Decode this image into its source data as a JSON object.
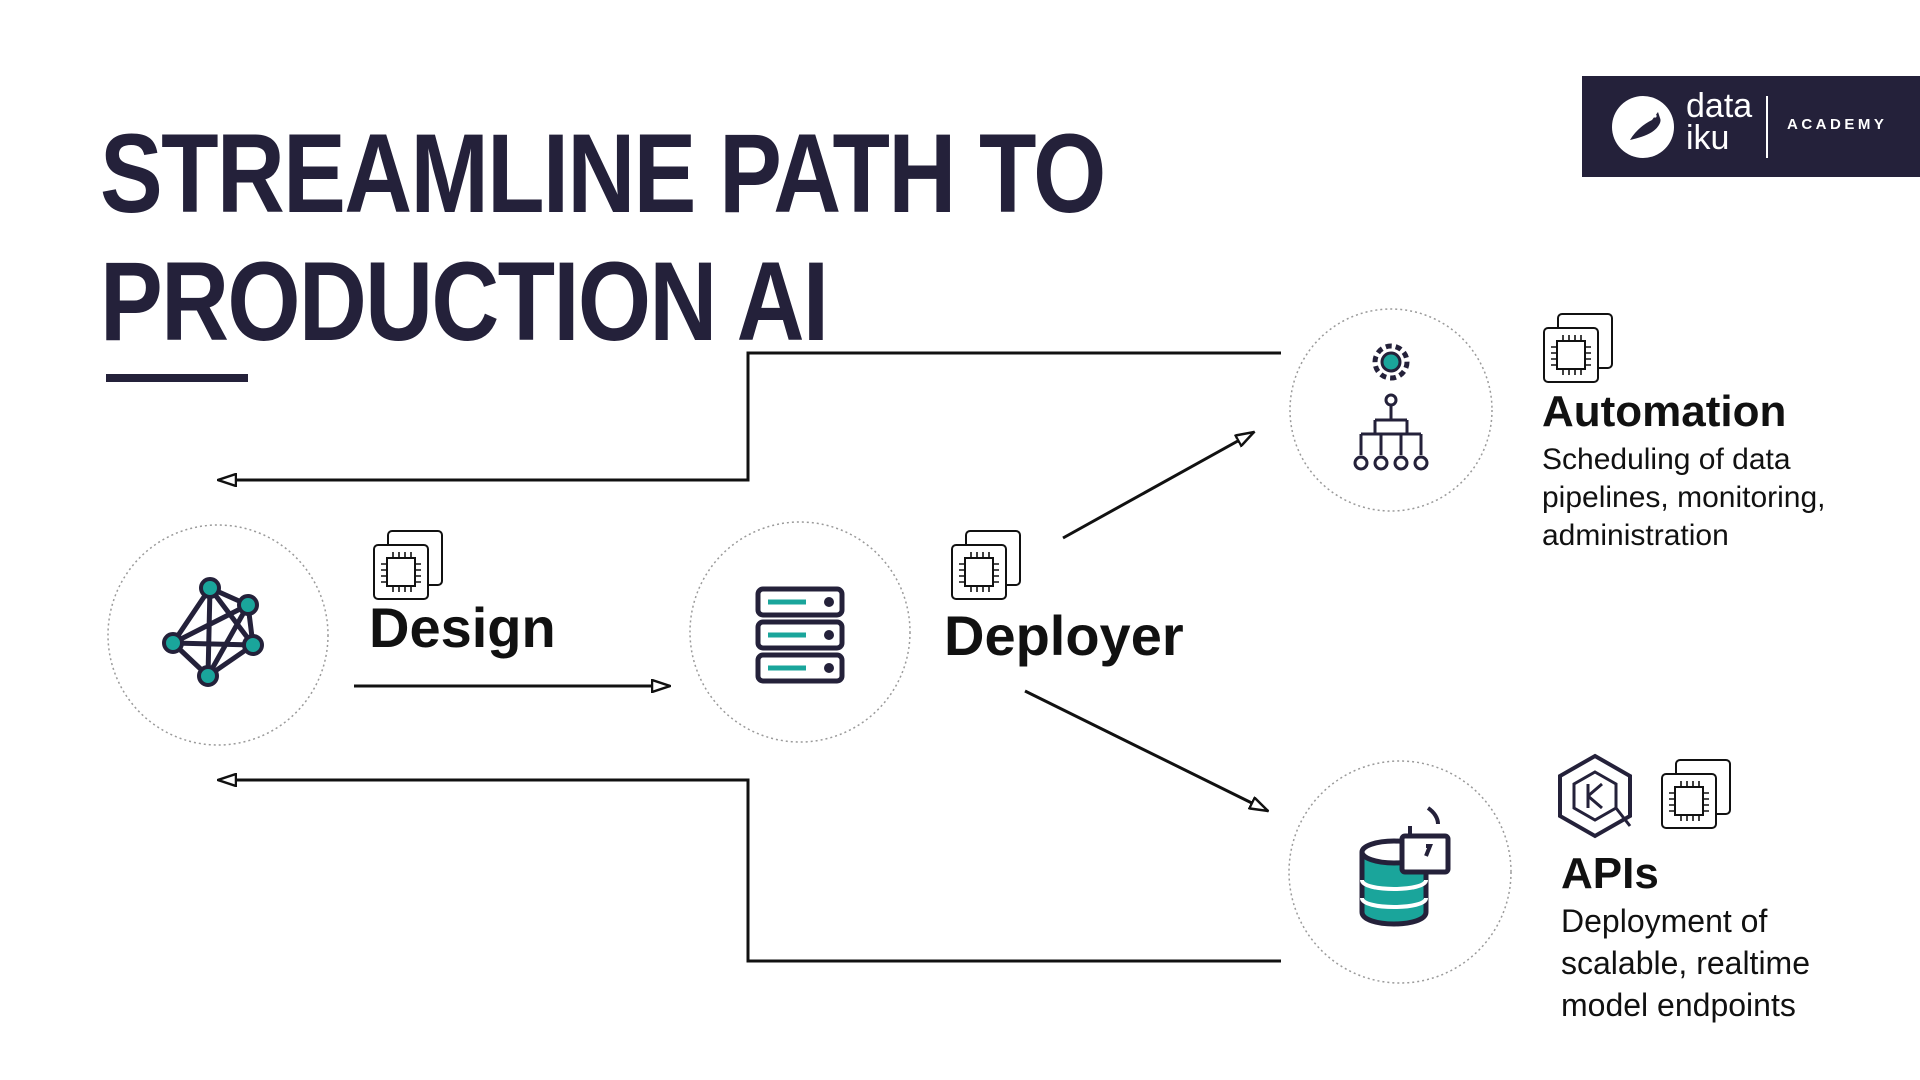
{
  "title": {
    "line1": "STREAMLINE PATH TO",
    "line2": "PRODUCTION AI"
  },
  "brand": {
    "word_top": "data",
    "word_bottom": "iku",
    "tagline": "ACADEMY"
  },
  "nodes": {
    "design": {
      "label": "Design",
      "icon": "network-graph-icon"
    },
    "deployer": {
      "label": "Deployer",
      "icon": "server-stack-icon"
    },
    "automation": {
      "label": "Automation",
      "description_lines": [
        "Scheduling of data",
        "pipelines, monitoring,",
        "administration"
      ],
      "icon": "gear-hierarchy-icon"
    },
    "apis": {
      "label": "APIs",
      "description_lines": [
        "Deployment of",
        "scalable, realtime",
        "model endpoints"
      ],
      "icon": "database-plug-icon"
    }
  },
  "colors": {
    "navy": "#24213a",
    "teal": "#1aa59b",
    "ink": "#111111"
  }
}
